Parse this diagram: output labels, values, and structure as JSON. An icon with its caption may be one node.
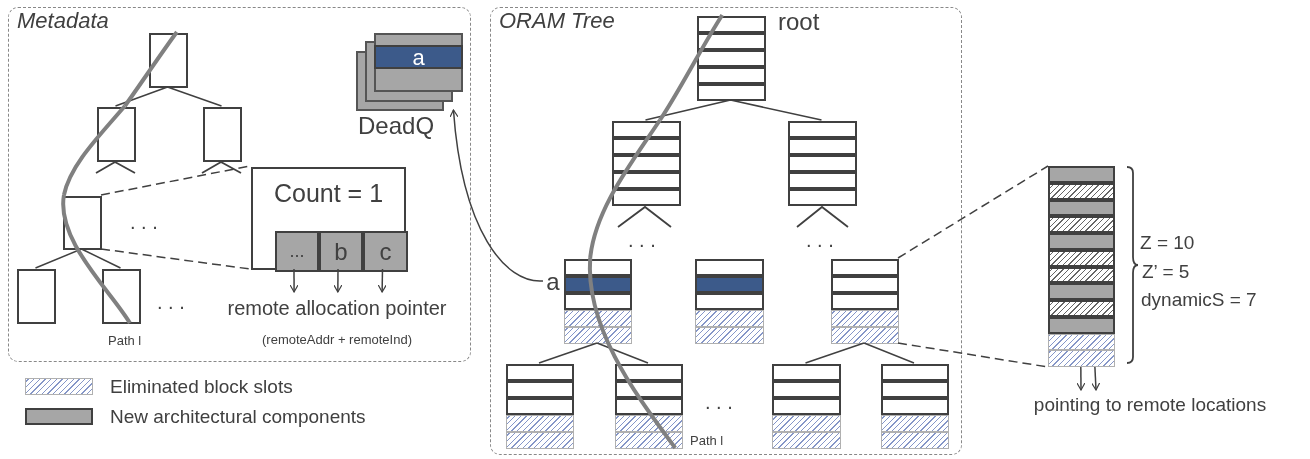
{
  "diagram": {
    "nodes": [
      {
        "text": [
          "Metadata"
        ]
      },
      {
        "text": [],
        "shape": "box",
        "in": 0
      },
      {
        "text": [],
        "shape": "box",
        "in": 0
      },
      {
        "text": [],
        "shape": "box",
        "in": 0
      },
      {
        "text": [],
        "shape": "box",
        "in": 0
      },
      {
        "text": [],
        "shape": "box",
        "in": 0
      },
      {
        "text": [],
        "shape": "box",
        "in": 0,
        "beside": [
          "Path l"
        ]
      },
      {
        "text": [
          "Count = 1"
        ],
        "in": 0
      },
      {
        "text": [
          "..."
        ],
        "in": 7
      },
      {
        "text": [
          "b"
        ],
        "in": 7
      },
      {
        "text": [
          "c"
        ],
        "in": 7
      },
      {
        "text": [
          "remote allocation pointer",
          "(remoteAddr + remoteInd)"
        ],
        "in": 0
      },
      {
        "text": [
          "a"
        ],
        "in": 0,
        "beside": [
          "DeadQ"
        ]
      },
      {
        "text": [
          "ORAM Tree"
        ]
      },
      {
        "text": [],
        "shape": "box",
        "in": 13,
        "beside": [
          "root"
        ]
      },
      {
        "text": [],
        "shape": "box",
        "in": 13
      },
      {
        "text": [],
        "shape": "box",
        "in": 13
      },
      {
        "text": [
          "a"
        ],
        "in": 13
      },
      {
        "text": [],
        "shape": "box",
        "in": 13
      },
      {
        "text": [],
        "shape": "box",
        "in": 13
      },
      {
        "text": [],
        "shape": "box",
        "in": 13
      },
      {
        "text": [],
        "shape": "box",
        "in": 13
      },
      {
        "text": [],
        "shape": "box",
        "in": 13,
        "beside": [
          "Path l"
        ]
      },
      {
        "text": [],
        "shape": "box",
        "in": 13
      },
      {
        "text": [],
        "shape": "box",
        "in": 13
      },
      {
        "text": [],
        "shape": "box"
      },
      {
        "text": [
          "pointing to remote locations"
        ]
      }
    ],
    "edges": [
      {
        "from": 1,
        "to": 2,
        "arrow": "none"
      },
      {
        "from": 1,
        "to": 3,
        "arrow": "none"
      },
      {
        "from": 4,
        "to": 5,
        "arrow": "none"
      },
      {
        "from": 4,
        "to": 6,
        "arrow": "none"
      },
      {
        "from": 4,
        "to": 7,
        "arrow": "none",
        "style": "dashed"
      },
      {
        "from": 4,
        "to": 7,
        "arrow": "none",
        "style": "dashed"
      },
      {
        "from": 8,
        "to": 11,
        "arrow": "to"
      },
      {
        "from": 9,
        "to": 11,
        "arrow": "to"
      },
      {
        "from": 10,
        "to": 11,
        "arrow": "to"
      },
      {
        "from": 17,
        "to": 12,
        "arrow": "to"
      },
      {
        "from": 14,
        "to": 15,
        "arrow": "none"
      },
      {
        "from": 14,
        "to": 16,
        "arrow": "none"
      },
      {
        "from": 18,
        "to": 21,
        "arrow": "none"
      },
      {
        "from": 18,
        "to": 22,
        "arrow": "none"
      },
      {
        "from": 20,
        "to": 23,
        "arrow": "none"
      },
      {
        "from": 20,
        "to": 24,
        "arrow": "none"
      },
      {
        "from": 20,
        "to": 25,
        "arrow": "none",
        "style": "dashed"
      },
      {
        "from": 20,
        "to": 25,
        "arrow": "none",
        "style": "dashed"
      },
      {
        "from": 25,
        "to": 26,
        "arrow": "to"
      },
      {
        "from": 25,
        "to": 26,
        "arrow": "to"
      },
      {
        "from": 1,
        "to": 2,
        "arrow": "none",
        "style": "thick",
        "color": "#808080"
      },
      {
        "from": 2,
        "to": 4,
        "arrow": "none",
        "style": "thick",
        "color": "#808080"
      },
      {
        "from": 4,
        "to": 6,
        "arrow": "none",
        "style": "thick",
        "color": "#808080"
      },
      {
        "from": 14,
        "to": 15,
        "arrow": "none",
        "style": "thick",
        "color": "#808080"
      },
      {
        "from": 15,
        "to": 18,
        "arrow": "none",
        "style": "thick",
        "color": "#808080"
      },
      {
        "from": 18,
        "to": 22,
        "arrow": "none",
        "style": "thick",
        "color": "#808080"
      }
    ],
    "labels": [
      ". . .",
      ". . .",
      ". . .",
      ". . .",
      ". . .",
      "Z = 10",
      "Z’ = 5",
      "dynamicS = 7"
    ],
    "legend": [
      {
        "text": "Eliminated block slots"
      },
      {
        "text": "New architectural components",
        "color": "#a6a6a6"
      }
    ]
  }
}
